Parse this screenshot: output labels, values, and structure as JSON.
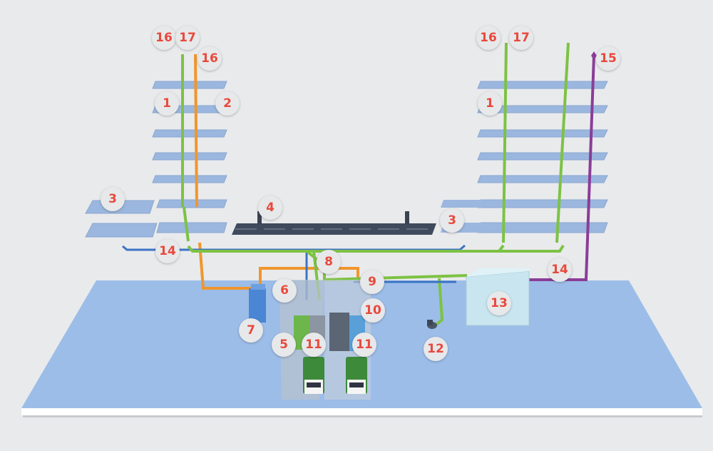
{
  "colors": {
    "background": "#e9eaec",
    "ground": "#9cbde8",
    "floor": "#9bb7df",
    "pipe_green": "#7dc244",
    "pipe_orange": "#f0962d",
    "pipe_blue": "#3c73c4",
    "pipe_purple": "#8a3d97",
    "marker_text": "#e8493c"
  },
  "markers": [
    {
      "label": "16"
    },
    {
      "label": "17"
    },
    {
      "label": "16"
    },
    {
      "label": "1"
    },
    {
      "label": "2"
    },
    {
      "label": "3"
    },
    {
      "label": "14"
    },
    {
      "label": "4"
    },
    {
      "label": "3"
    },
    {
      "label": "16"
    },
    {
      "label": "17"
    },
    {
      "label": "15"
    },
    {
      "label": "1"
    },
    {
      "label": "14"
    },
    {
      "label": "8"
    },
    {
      "label": "6"
    },
    {
      "label": "9"
    },
    {
      "label": "7"
    },
    {
      "label": "10"
    },
    {
      "label": "13"
    },
    {
      "label": "5"
    },
    {
      "label": "11"
    },
    {
      "label": "11"
    },
    {
      "label": "12"
    }
  ]
}
